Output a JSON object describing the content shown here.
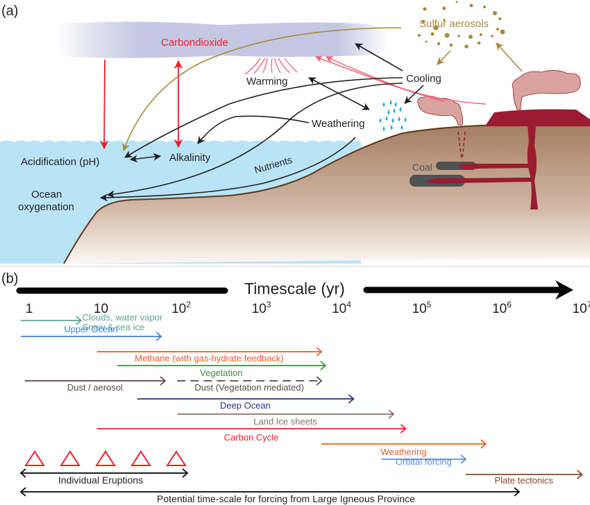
{
  "panel_a": {
    "label": "(a)",
    "carbon_dioxide": "Carbondioxide",
    "sulfur_aerosols": "Sulfur aerosols",
    "warming": "Warming",
    "cooling": "Cooling",
    "weathering": "Weathering",
    "acidification": "Acidification (pH)",
    "alkalinity": "Alkalinity",
    "nutrients": "Nutrients",
    "ocean_line1": "Ocean",
    "ocean_line2": "oxygenation",
    "coal": "Coal",
    "colors": {
      "co2_red": "#e8202a",
      "sulfur_gold": "#a8893a",
      "pink_arrow": "#f06478",
      "ocean": "#b9e4f6",
      "land": "#a98366",
      "magma": "#9b1b30",
      "smoke": "#d9a3a0",
      "coal": "#505154",
      "rain": "#2aa5dc",
      "cloud": "#c5c8e3"
    }
  },
  "panel_b": {
    "label": "(b)",
    "axis_title": "Timescale (yr)",
    "ticks": [
      {
        "base": "1",
        "exp": ""
      },
      {
        "base": "10",
        "exp": ""
      },
      {
        "base": "10",
        "exp": "2"
      },
      {
        "base": "10",
        "exp": "3"
      },
      {
        "base": "10",
        "exp": "4"
      },
      {
        "base": "10",
        "exp": "5"
      },
      {
        "base": "10",
        "exp": "6"
      },
      {
        "base": "10",
        "exp": "7"
      }
    ],
    "processes": [
      {
        "label": "Clouds, water vapor",
        "label2": "Snow & sea ice",
        "start_log": 0,
        "end_log": 0.75,
        "color": "#5aa595"
      },
      {
        "label": "Upper Ocean",
        "start_log": 0,
        "end_log": 1.75,
        "color": "#3f82c8"
      },
      {
        "label": "Methane (with gas-hydrate feedback)",
        "start_log": 0.95,
        "end_log": 3.75,
        "color": "#e55a34"
      },
      {
        "label": "Vegetation",
        "start_log": 1.2,
        "end_log": 3.8,
        "color": "#3a8f3e"
      },
      {
        "label": "Dust / aerosol",
        "start_log": 0.05,
        "end_log": 1.8,
        "color": "#5a4a44"
      },
      {
        "label": "Dust (Vegetation mediated)",
        "start_log": 1.95,
        "end_log": 3.75,
        "color": "#5a4a44",
        "dashed": true
      },
      {
        "label": "Deep Ocean",
        "start_log": 1.45,
        "end_log": 4.15,
        "color": "#2b2f88"
      },
      {
        "label": "Land Ice sheets",
        "start_log": 1.95,
        "end_log": 4.65,
        "color": "#8b716b"
      },
      {
        "label": "Carbon Cycle",
        "start_log": 0.95,
        "end_log": 4.8,
        "color": "#e8202a"
      },
      {
        "label": "Weathering",
        "start_log": 3.75,
        "end_log": 5.8,
        "color": "#d8642a"
      },
      {
        "label": "Orbital forcing",
        "start_log": 4.5,
        "end_log": 5.55,
        "color": "#5f8ed6"
      },
      {
        "label": "Plate tectonics",
        "start_log": 5.55,
        "end_log": 7.0,
        "color": "#8a4526"
      }
    ],
    "eruptions_label": "Individual Eruptions",
    "eruptions": {
      "count": 5,
      "start_log": 0,
      "end_log": 2.27
    },
    "lip_label": "Potential time-scale for forcing from Large Igneous Province",
    "lip": {
      "start_log": 0,
      "end_log": 6.05
    }
  }
}
